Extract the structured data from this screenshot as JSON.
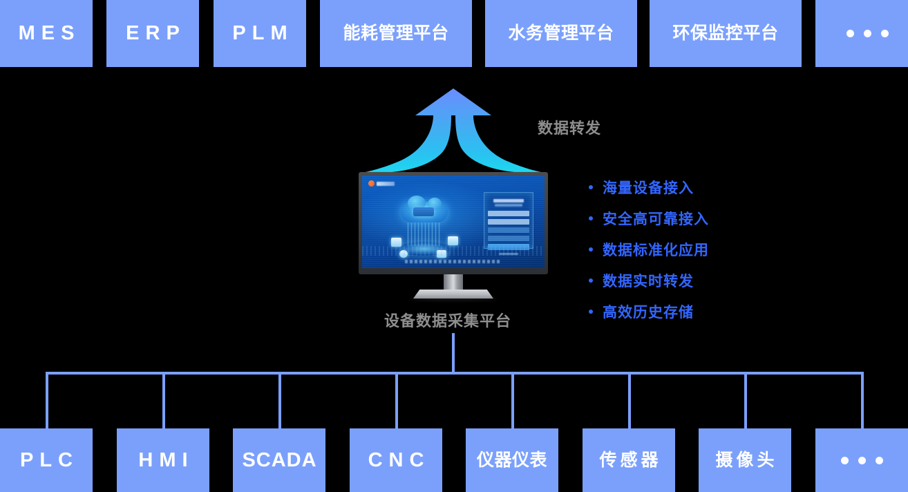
{
  "diagram": {
    "title_hidden": "",
    "colors": {
      "box_fill": "#7ba0fc",
      "box_text": "#ffffff",
      "line": "#7ba0fc",
      "caption_gray": "#8e8e8e",
      "bullet_blue": "#3366ff",
      "arrow_top": "#6b8cff",
      "arrow_mid": "#35b4f2",
      "arrow_bottom": "#1fd8f0",
      "background": "#000000"
    }
  },
  "top_row": {
    "items": [
      {
        "label": "MES",
        "style": "latin",
        "ellipsis": false
      },
      {
        "label": "ERP",
        "style": "latin",
        "ellipsis": false
      },
      {
        "label": "PLM",
        "style": "latin",
        "ellipsis": false
      },
      {
        "label": "能耗管理平台",
        "style": "cjk",
        "ellipsis": false
      },
      {
        "label": "水务管理平台",
        "style": "cjk",
        "ellipsis": false
      },
      {
        "label": "环保监控平台",
        "style": "cjk",
        "ellipsis": false
      },
      {
        "label": "•••",
        "style": "dots",
        "ellipsis": true
      }
    ]
  },
  "flow": {
    "arrow_icon": "up-arrow-icon",
    "arrow_label": "数据转发"
  },
  "platform": {
    "device_name": "monitor-display",
    "caption": "设备数据采集平台",
    "screen": {
      "logo_icon": "cloud-brand-logo",
      "artwork_icon": "cloud-network-illustration",
      "login_panel_name": "login-panel"
    }
  },
  "features": {
    "items": [
      "海量设备接入",
      "安全高可靠接入",
      "数据标准化应用",
      "数据实时转发",
      "高效历史存储"
    ]
  },
  "bottom_row": {
    "items": [
      {
        "label": "PLC",
        "style": "latin",
        "ellipsis": false
      },
      {
        "label": "HMI",
        "style": "latin",
        "ellipsis": false
      },
      {
        "label": "SCADA",
        "style": "latin-tight",
        "ellipsis": false
      },
      {
        "label": "CNC",
        "style": "latin",
        "ellipsis": false
      },
      {
        "label": "仪器仪表",
        "style": "cjk",
        "ellipsis": false
      },
      {
        "label": "传感器",
        "style": "cjk-sp",
        "ellipsis": false
      },
      {
        "label": "摄像头",
        "style": "cjk-sp",
        "ellipsis": false
      },
      {
        "label": "•••",
        "style": "dots",
        "ellipsis": true
      }
    ]
  }
}
